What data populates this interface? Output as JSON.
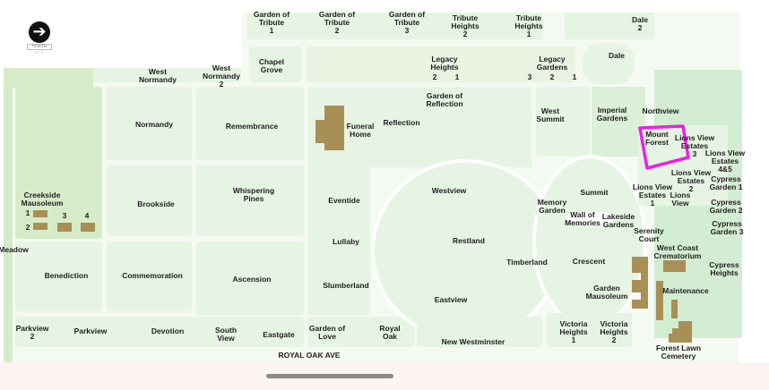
{
  "compass": {
    "label": "NORTH",
    "scale": "N.T.S."
  },
  "street": "ROYAL OAK AVE",
  "highlighted_section": "Mount Forest",
  "colors": {
    "section": "#e6f4e4",
    "park": "#d6ecc8",
    "building": "#a88f56",
    "highlight": "#ee1ee6",
    "road": "#ffffff"
  },
  "labels": [
    "Garden of\nTribute\n1",
    "Garden of\nTribute\n2",
    "Garden of\nTribute\n3",
    "Tribute\nHeights\n2",
    "Tribute\nHeights\n1",
    "Dale\n2",
    "Chapel\nGrove",
    "West\nNormandy",
    "West\nNormandy\n2",
    "Legacy\nHeights",
    "2",
    "1",
    "Legacy\nGardens",
    "3",
    "2",
    "1",
    "Dale",
    "Garden of\nReflection",
    "Reflection",
    "Funeral\nHome",
    "Normandy",
    "Remembrance",
    "West\nSummit",
    "Imperial\nGardens",
    "Northview",
    "Mount\nForest",
    "Lions View\nEstates\n3",
    "Lions View\nEstates\n4&5",
    "Lions View\nEstates\n2",
    "Cypress\nGarden 1",
    "Creekside\nMausoleum",
    "Brookside",
    "Whispering\nPines",
    "Eventide",
    "Westview",
    "Summit",
    "Lions View\nEstates\n1",
    "Lions\nView",
    "Memory\nGarden",
    "Wall of\nMemories",
    "Lakeside\nGardens",
    "Cypress\nGarden 2",
    "Cypress\nGarden 3",
    "Serenity\nCourt",
    "Restland",
    "Lullaby",
    "Meadow",
    "West Coast\nCrematorium",
    "Timberland",
    "Crescent",
    "Cypress\nHeights",
    "Benediction",
    "Commemoration",
    "Ascension",
    "Slumberland",
    "Garden\nMausoleum",
    "Maintenance",
    "Eastview",
    "Victoria\nHeights\n1",
    "Victoria\nHeights\n2",
    "Parkview\n2",
    "Parkview",
    "Devotion",
    "South\nView",
    "Eastgate",
    "Garden of\nLove",
    "Royal\nOak",
    "New Westminster",
    "Forest Lawn\nCemetery",
    "1",
    "2",
    "3",
    "4"
  ]
}
